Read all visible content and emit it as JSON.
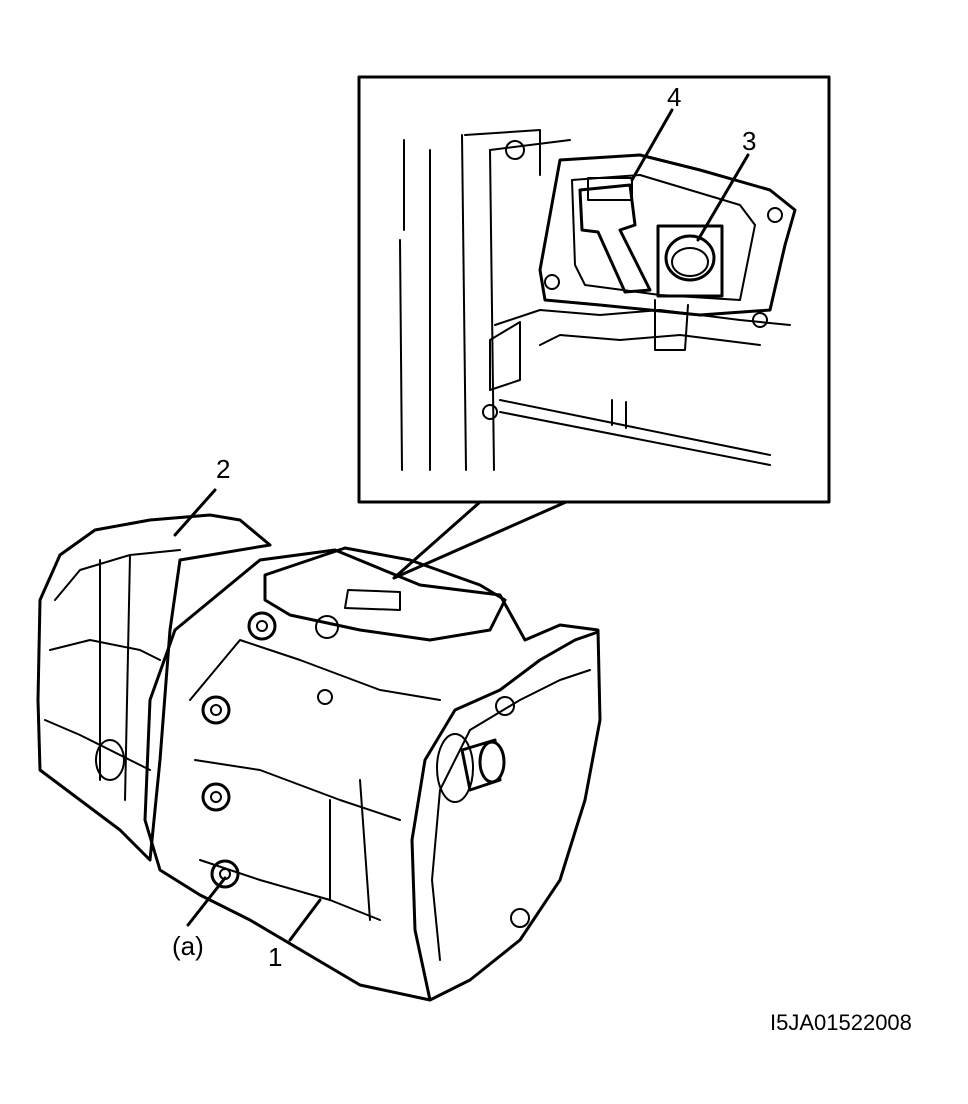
{
  "callouts": [
    {
      "id": "1",
      "text": "1"
    },
    {
      "id": "2",
      "text": "2"
    },
    {
      "id": "3",
      "text": "3"
    },
    {
      "id": "4",
      "text": "4"
    },
    {
      "id": "a",
      "text": "(a)"
    }
  ],
  "figure_ref": "I5JA01522008"
}
